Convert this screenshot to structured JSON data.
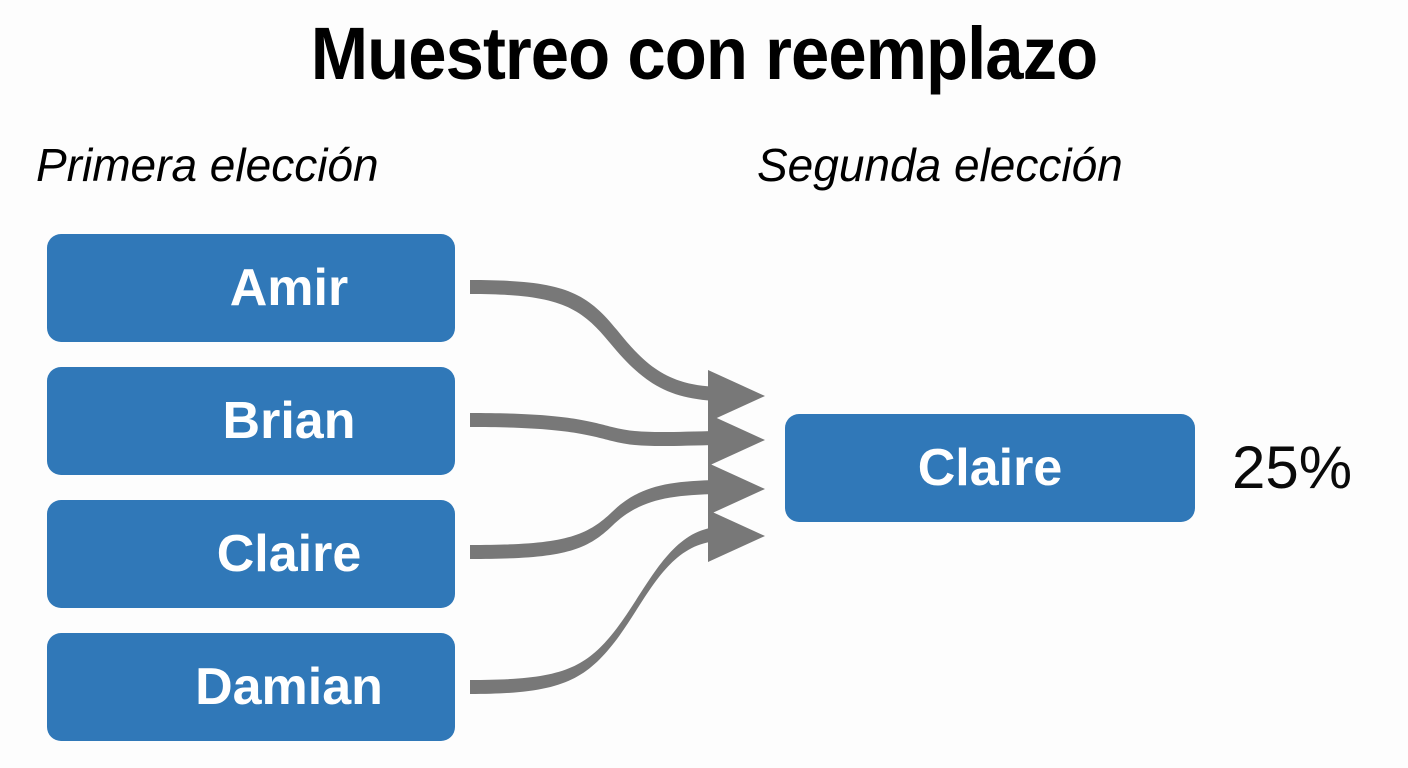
{
  "title": "Muestreo con reemplazo",
  "columns": {
    "first_label": "Primera elección",
    "second_label": "Segunda elección"
  },
  "first_choice": {
    "items": [
      {
        "name": "Amir"
      },
      {
        "name": "Brian"
      },
      {
        "name": "Claire"
      },
      {
        "name": "Damian"
      }
    ]
  },
  "second_choice": {
    "result": "Claire",
    "percentage": "25%"
  },
  "colors": {
    "box_fill": "#3078B8",
    "box_text": "#FFFFFF",
    "arrow": "#787878",
    "title_text": "#000000",
    "background": "#FDFDFD"
  },
  "arrows": {
    "count": 4,
    "icon": "curved-arrow-icon",
    "connections": [
      {
        "from": "Amir",
        "to": "Claire"
      },
      {
        "from": "Brian",
        "to": "Claire"
      },
      {
        "from": "Claire",
        "to": "Claire"
      },
      {
        "from": "Damian",
        "to": "Claire"
      }
    ]
  }
}
